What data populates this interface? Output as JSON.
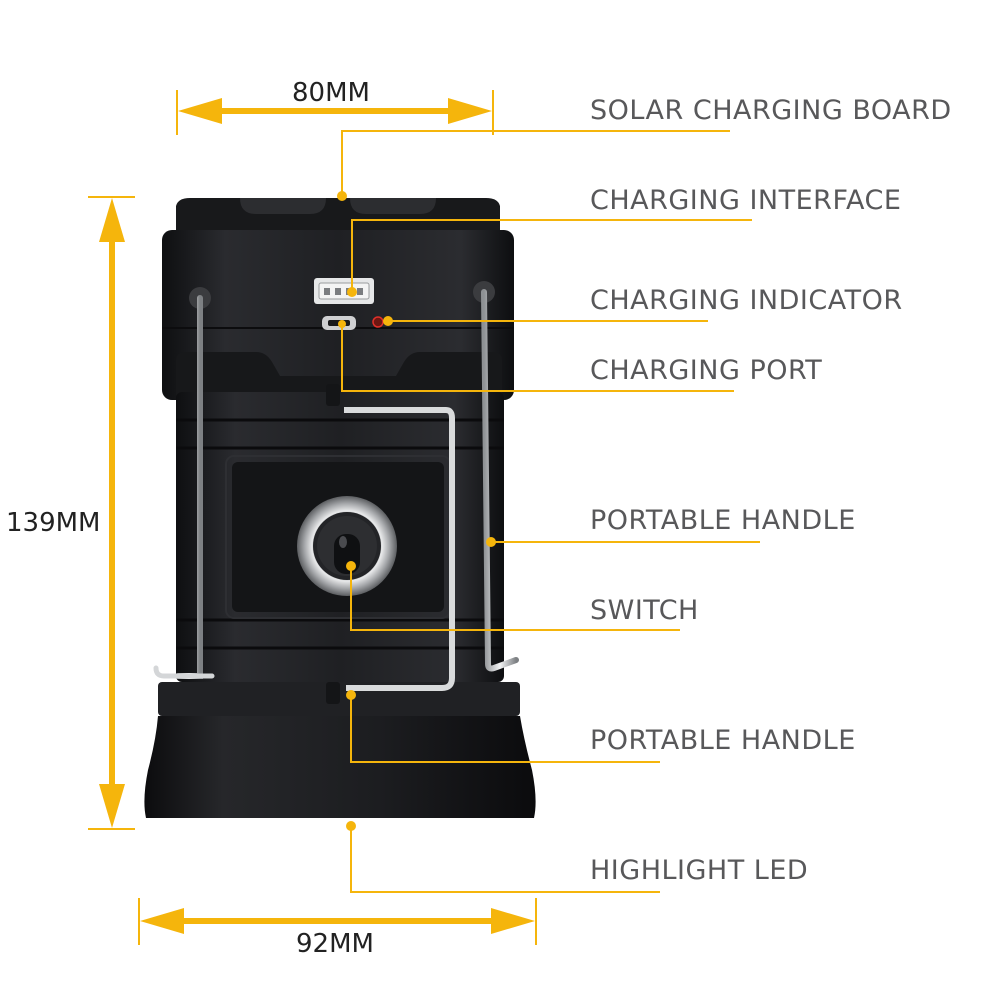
{
  "accent_color": "#f5b50c",
  "body_color": "#1d1e21",
  "handle_color": "#c9cbcd",
  "dimensions": {
    "top_width": "80MM",
    "height": "139MM",
    "bottom_width": "92MM"
  },
  "callouts": [
    {
      "id": "solar-charging-board",
      "text": "SOLAR CHARGING BOARD"
    },
    {
      "id": "charging-interface",
      "text": "CHARGING INTERFACE"
    },
    {
      "id": "charging-indicator",
      "text": "CHARGING INDICATOR"
    },
    {
      "id": "charging-port",
      "text": "CHARGING PORT"
    },
    {
      "id": "portable-handle-side",
      "text": "PORTABLE HANDLE"
    },
    {
      "id": "switch",
      "text": "SWITCH"
    },
    {
      "id": "portable-handle-front",
      "text": "PORTABLE HANDLE"
    },
    {
      "id": "highlight-led",
      "text": "HIGHLIGHT LED"
    }
  ]
}
